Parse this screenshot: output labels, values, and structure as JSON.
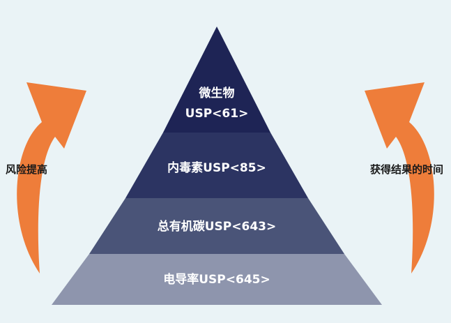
{
  "diagram": {
    "left_caption": "风险提高",
    "right_caption": "获得结果的时间",
    "tiers": [
      {
        "lines": [
          "微生物",
          "USP<61>"
        ],
        "color": "#1e2455"
      },
      {
        "lines": [
          "内毒素USP<85>"
        ],
        "color": "#2c3462"
      },
      {
        "lines": [
          "总有机碳USP<643>"
        ],
        "color": "#4a5478"
      },
      {
        "lines": [
          "电导率USP<645>"
        ],
        "color": "#8e95ad"
      }
    ],
    "arrow_color": "#ee7d3a",
    "text_color": "#ffffff",
    "caption_color": "#1a1a1a"
  }
}
